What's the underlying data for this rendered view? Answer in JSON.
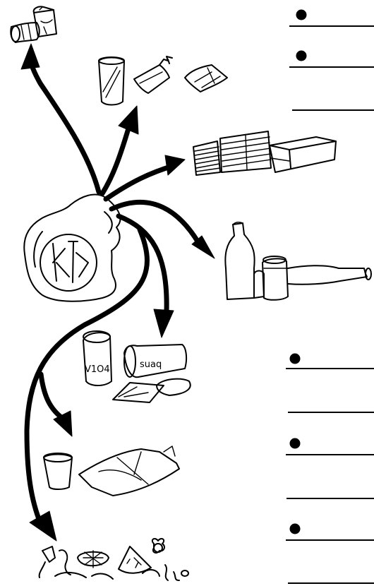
{
  "labels": {
    "can_label": "V1O4",
    "tin_label": "suaq"
  },
  "colors": {
    "ink": "#000000",
    "paper": "#ffffff"
  },
  "answer_items": [
    {
      "id": 1,
      "bullet": true
    },
    {
      "id": 2,
      "bullet": true
    },
    {
      "id": 3,
      "bullet": false
    },
    {
      "id": 4,
      "bullet": true
    },
    {
      "id": 5,
      "bullet": false
    },
    {
      "id": 6,
      "bullet": true
    },
    {
      "id": 7,
      "bullet": false
    },
    {
      "id": 8,
      "bullet": true
    },
    {
      "id": 9,
      "bullet": false
    }
  ]
}
